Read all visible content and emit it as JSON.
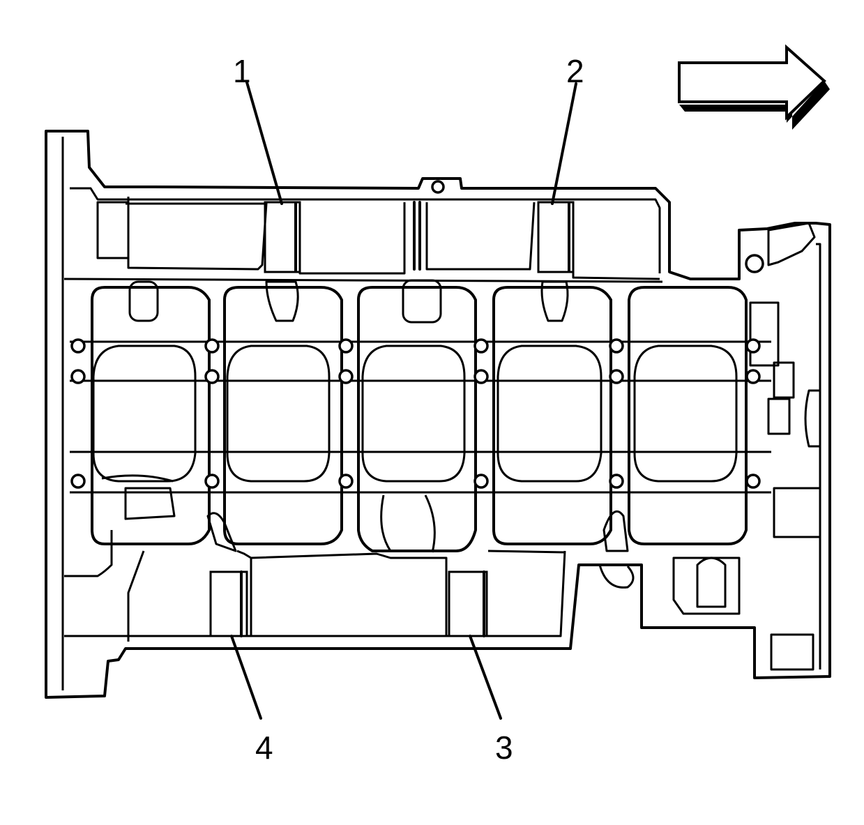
{
  "callouts": [
    {
      "id": "1",
      "label": "1"
    },
    {
      "id": "2",
      "label": "2"
    },
    {
      "id": "3",
      "label": "3"
    },
    {
      "id": "4",
      "label": "4"
    }
  ],
  "icons": {
    "direction": "front-direction-arrow-icon"
  },
  "colors": {
    "line": "#000000",
    "background": "#ffffff"
  }
}
